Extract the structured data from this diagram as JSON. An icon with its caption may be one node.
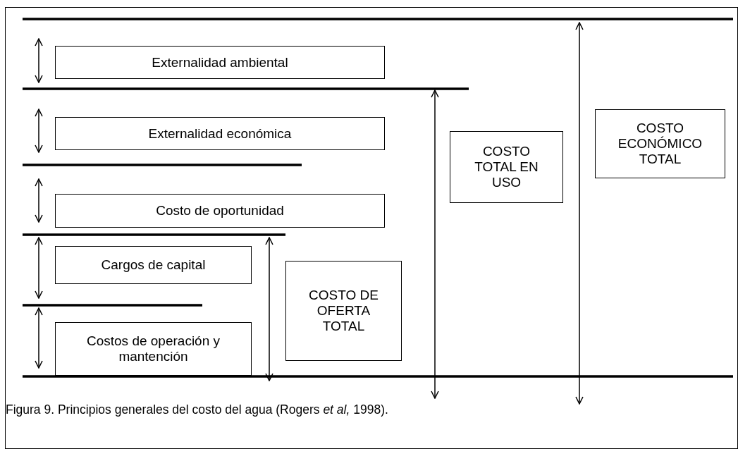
{
  "diagram": {
    "caption": "Figura 9. Principios generales del costo del agua (Rogers *et al,* 1998).",
    "nodes": [
      {
        "text": [
          "Externalidad ambiental"
        ]
      },
      {
        "text": [
          "Externalidad económica"
        ]
      },
      {
        "text": [
          "Costo de oportunidad"
        ]
      },
      {
        "text": [
          "Cargos de capital"
        ]
      },
      {
        "text": [
          "Costos de operación y mantención"
        ]
      },
      {
        "text": [
          "COSTO DE OFERTA TOTAL"
        ]
      },
      {
        "text": [
          "COSTO TOTAL EN USO"
        ]
      },
      {
        "text": [
          "COSTO ECONÓMICO TOTAL"
        ]
      }
    ]
  }
}
